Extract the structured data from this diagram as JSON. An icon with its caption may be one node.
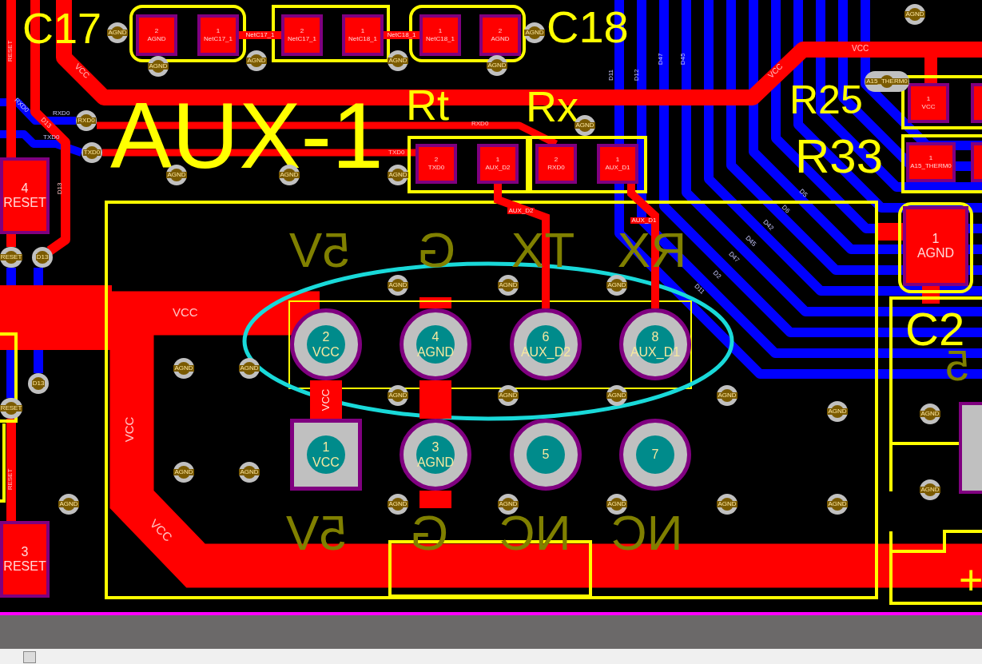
{
  "diagram": {
    "nodes": [
      {
        "text": [
          "2",
          "AGND"
        ]
      },
      {
        "text": [
          "1",
          "NetC17_1"
        ]
      },
      {
        "text": [
          "2",
          "NetC17_1"
        ]
      },
      {
        "text": [
          "1",
          "NetC18_1"
        ]
      },
      {
        "text": [
          "1",
          "NetC18_1"
        ]
      },
      {
        "text": [
          "2",
          "AGND"
        ]
      },
      {
        "text": [
          "2",
          "TXD0"
        ]
      },
      {
        "text": [
          "1",
          "AUX_D2"
        ]
      },
      {
        "text": [
          "2",
          "RXD0"
        ]
      },
      {
        "text": [
          "1",
          "AUX_D1"
        ]
      },
      {
        "text": [
          "1",
          "VCC"
        ]
      },
      {
        "text": [
          "1",
          "A15_THERM0"
        ]
      },
      {
        "text": [
          "1",
          "AGND"
        ]
      },
      {
        "text": [
          "4",
          "RESET"
        ]
      },
      {
        "text": [
          "2",
          "VCC"
        ]
      },
      {
        "text": [
          "4",
          "AGND"
        ]
      },
      {
        "text": [
          "6",
          "AUX_D2"
        ]
      },
      {
        "text": [
          "8",
          "AUX_D1"
        ]
      },
      {
        "text": [
          "1",
          "VCC"
        ]
      },
      {
        "text": [
          "3",
          "AGND"
        ]
      },
      {
        "text": [
          "5"
        ]
      },
      {
        "text": [
          "7"
        ]
      },
      {
        "text": [
          "3",
          "RESET"
        ]
      },
      {
        "text": [],
        "shape": "box"
      },
      {
        "text": [],
        "shape": "box"
      },
      {
        "text": [],
        "shape": "box"
      },
      {
        "text": [
          "AGND"
        ]
      },
      {
        "text": [
          "AGND"
        ]
      },
      {
        "text": [
          "AGND"
        ]
      },
      {
        "text": [
          "AGND"
        ]
      },
      {
        "text": [
          "AGND"
        ]
      },
      {
        "text": [
          "AGND"
        ]
      },
      {
        "text": [
          "AGND"
        ]
      },
      {
        "text": [
          "A15_THERM0"
        ]
      },
      {
        "text": [
          "RXD0"
        ]
      },
      {
        "text": [
          "TXD0"
        ]
      },
      {
        "text": [
          "AGND"
        ]
      },
      {
        "text": [
          "AGND"
        ]
      },
      {
        "text": [
          "AGND"
        ]
      },
      {
        "text": [
          "AGND"
        ]
      },
      {
        "text": [
          "RESET"
        ]
      },
      {
        "text": [
          "D13"
        ]
      },
      {
        "text": [
          "D13"
        ]
      },
      {
        "text": [
          "RESET"
        ]
      },
      {
        "text": [
          "AGND"
        ]
      },
      {
        "text": [
          "AGND"
        ]
      },
      {
        "text": [
          "AGND"
        ]
      },
      {
        "text": [
          "AGND"
        ]
      },
      {
        "text": [
          "AGND"
        ]
      },
      {
        "text": [
          "AGND"
        ]
      },
      {
        "text": [
          "AGND"
        ]
      },
      {
        "text": [
          "AGND"
        ]
      },
      {
        "text": [
          "AGND"
        ]
      },
      {
        "text": [
          "AGND"
        ]
      },
      {
        "text": [
          "AGND"
        ]
      },
      {
        "text": [
          "AGND"
        ]
      },
      {
        "text": [
          "AGND"
        ]
      },
      {
        "text": [
          "AGND"
        ]
      },
      {
        "text": [
          "AGND"
        ]
      },
      {
        "text": [
          "AGND"
        ]
      },
      {
        "text": [
          "AGND"
        ]
      },
      {
        "text": [
          "AGND"
        ]
      },
      {
        "text": [
          "AGND"
        ]
      },
      {
        "text": [
          "AGND"
        ]
      }
    ],
    "edges": [
      {
        "from": 1,
        "to": 2,
        "arrow": "none",
        "label": "NetC17_1"
      },
      {
        "from": 3,
        "to": 4,
        "arrow": "none",
        "label": "NetC18_1"
      },
      {
        "from": 7,
        "to": 16,
        "arrow": "none",
        "label": "AUX_D2"
      },
      {
        "from": 9,
        "to": 17,
        "arrow": "none",
        "label": "AUX_D1"
      },
      {
        "from": 14,
        "to": 18,
        "arrow": "none",
        "label": "VCC",
        "style": "thick"
      },
      {
        "from": 15,
        "to": 19,
        "arrow": "none",
        "style": "thick"
      }
    ],
    "labels": [
      "C17",
      "C18",
      "AUX-1",
      "Rt",
      "Rx",
      "R25",
      "R33",
      "C2",
      "5V",
      "G",
      "TX",
      "RX",
      "5V",
      "G",
      "NC",
      "NC",
      "5",
      "+",
      "VCC",
      "RXD0",
      "D13",
      "RXD0",
      "TXD0",
      "RXD0",
      "TXD0",
      "D13",
      "D11",
      "D12",
      "D47",
      "D45",
      "VCC",
      "VCC",
      "VCC",
      "VCC",
      "VCC",
      "RESET",
      "RESET",
      "D5",
      "D6",
      "D42",
      "D45",
      "D47",
      "D2",
      "D11"
    ]
  }
}
